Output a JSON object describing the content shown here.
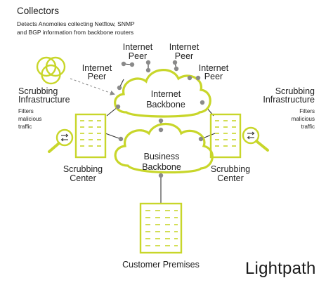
{
  "header": {
    "title": "Collectors",
    "subtitle_line1": "Detects Anomolies collecting Netflow, SNMP",
    "subtitle_line2": "and BGP information from backbone routers"
  },
  "peers": [
    {
      "line1": "Internet",
      "line2": "Peer"
    },
    {
      "line1": "Internet",
      "line2": "Peer"
    },
    {
      "line1": "Internet",
      "line2": "Peer"
    },
    {
      "line1": "Internet",
      "line2": "Peer"
    }
  ],
  "internet_backbone": {
    "line1": "Internet",
    "line2": "Backbone"
  },
  "business_backbone": {
    "line1": "Business",
    "line2": "Backbone"
  },
  "scrubbing_left": {
    "title_line1": "Scrubbing",
    "title_line2": "Infrastructure",
    "desc_line1": "Filters",
    "desc_line2": "malicious",
    "desc_line3": "traffic",
    "center_line1": "Scrubbing",
    "center_line2": "Center"
  },
  "scrubbing_right": {
    "title_line1": "Scrubbing",
    "title_line2": "Infrastructure",
    "desc_line1": "Filters",
    "desc_line2": "malicious",
    "desc_line3": "traffic",
    "center_line1": "Scrubbing",
    "center_line2": "Center"
  },
  "customer": {
    "label": "Customer Premises"
  },
  "brand": {
    "logo_text": "Lightpath"
  },
  "colors": {
    "accent": "#c8d62a",
    "line": "#333333",
    "node": "#8a8a8a",
    "dashed": "#8a8a8a"
  },
  "icons": {
    "collectors": "venn-circles-icon",
    "scrubbing_center": "building-icon",
    "scrubbing_magnifier": "magnifier-icon",
    "customer": "building-icon",
    "cloud": "cloud-icon"
  }
}
